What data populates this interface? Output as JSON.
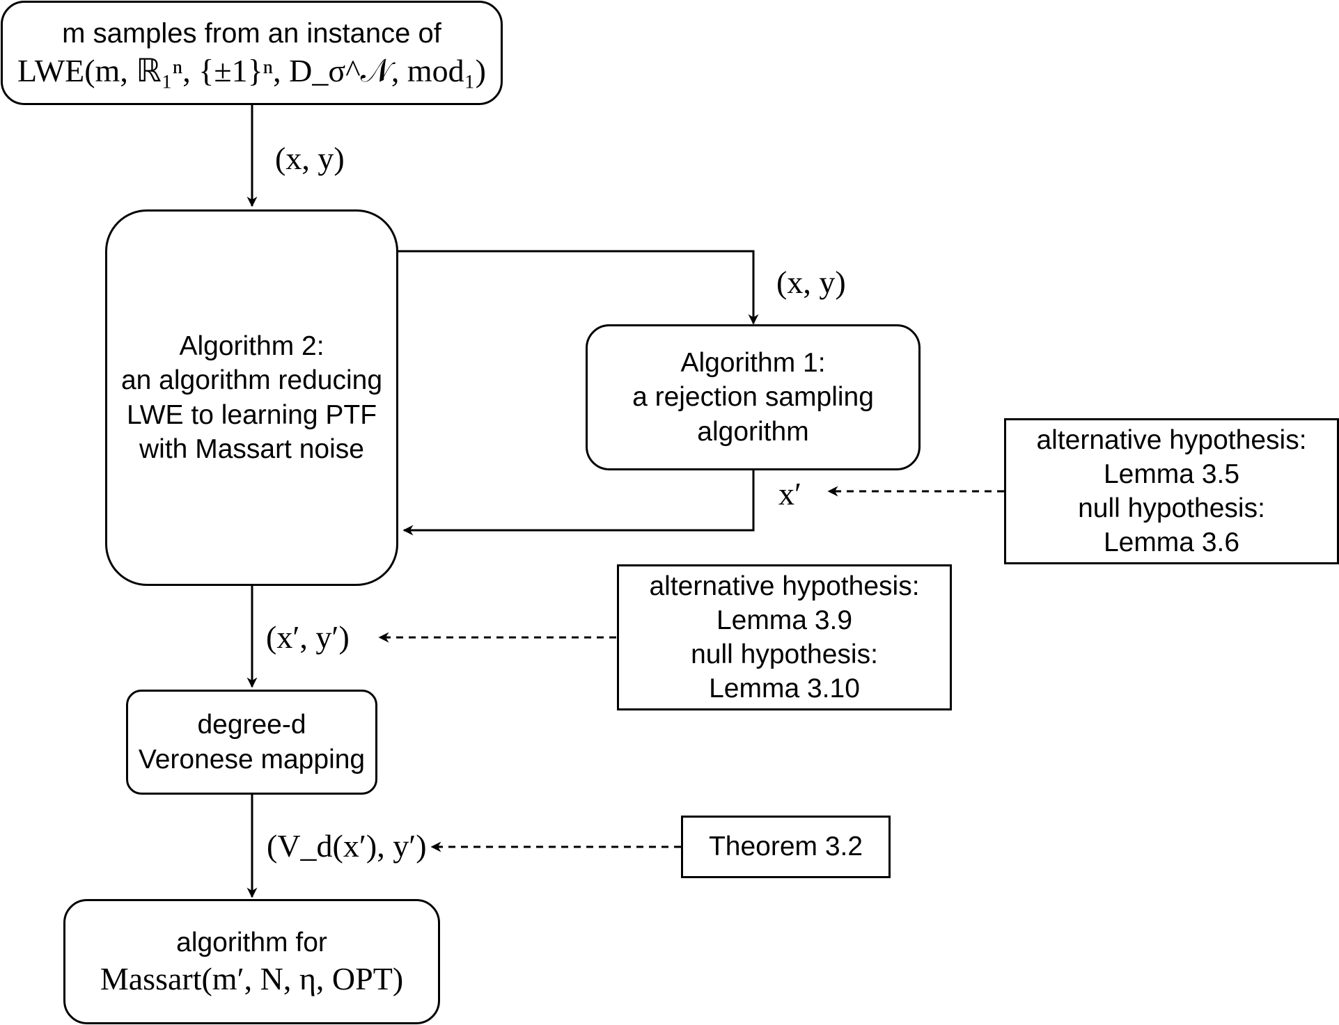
{
  "nodes": {
    "lwe_samples": {
      "line1": "m  samples from an instance of",
      "line2": "LWE(m, ℝ₁ⁿ, {±1}ⁿ, D_σ^𝒩, mod₁)"
    },
    "algorithm2": {
      "lines": [
        "Algorithm 2:",
        "an algorithm reducing",
        "LWE to learning PTF",
        "with Massart noise"
      ]
    },
    "algorithm1": {
      "lines": [
        "Algorithm 1:",
        "a rejection sampling",
        "algorithm"
      ]
    },
    "veronese": {
      "lines": [
        "degree-d",
        "Veronese mapping"
      ]
    },
    "massart_alg": {
      "line1": "algorithm for",
      "line2": "Massart(m′, N, η, OPT)"
    },
    "lemma_box_1": {
      "lines": [
        "alternative hypothesis:",
        "Lemma 3.5",
        "null hypothesis:",
        "Lemma 3.6"
      ]
    },
    "lemma_box_2": {
      "lines": [
        "alternative hypothesis:",
        "Lemma 3.9",
        "null hypothesis:",
        "Lemma 3.10"
      ]
    },
    "theorem_box": {
      "label": "Theorem 3.2"
    }
  },
  "edge_labels": {
    "xy_top": "(x, y)",
    "xy_right": "(x, y)",
    "x_prime": "x′",
    "xy_prime": "(x′, y′)",
    "vd_xy_prime": "(V_d(x′), y′)"
  },
  "colors": {
    "stroke": "#000000",
    "background": "#ffffff"
  }
}
